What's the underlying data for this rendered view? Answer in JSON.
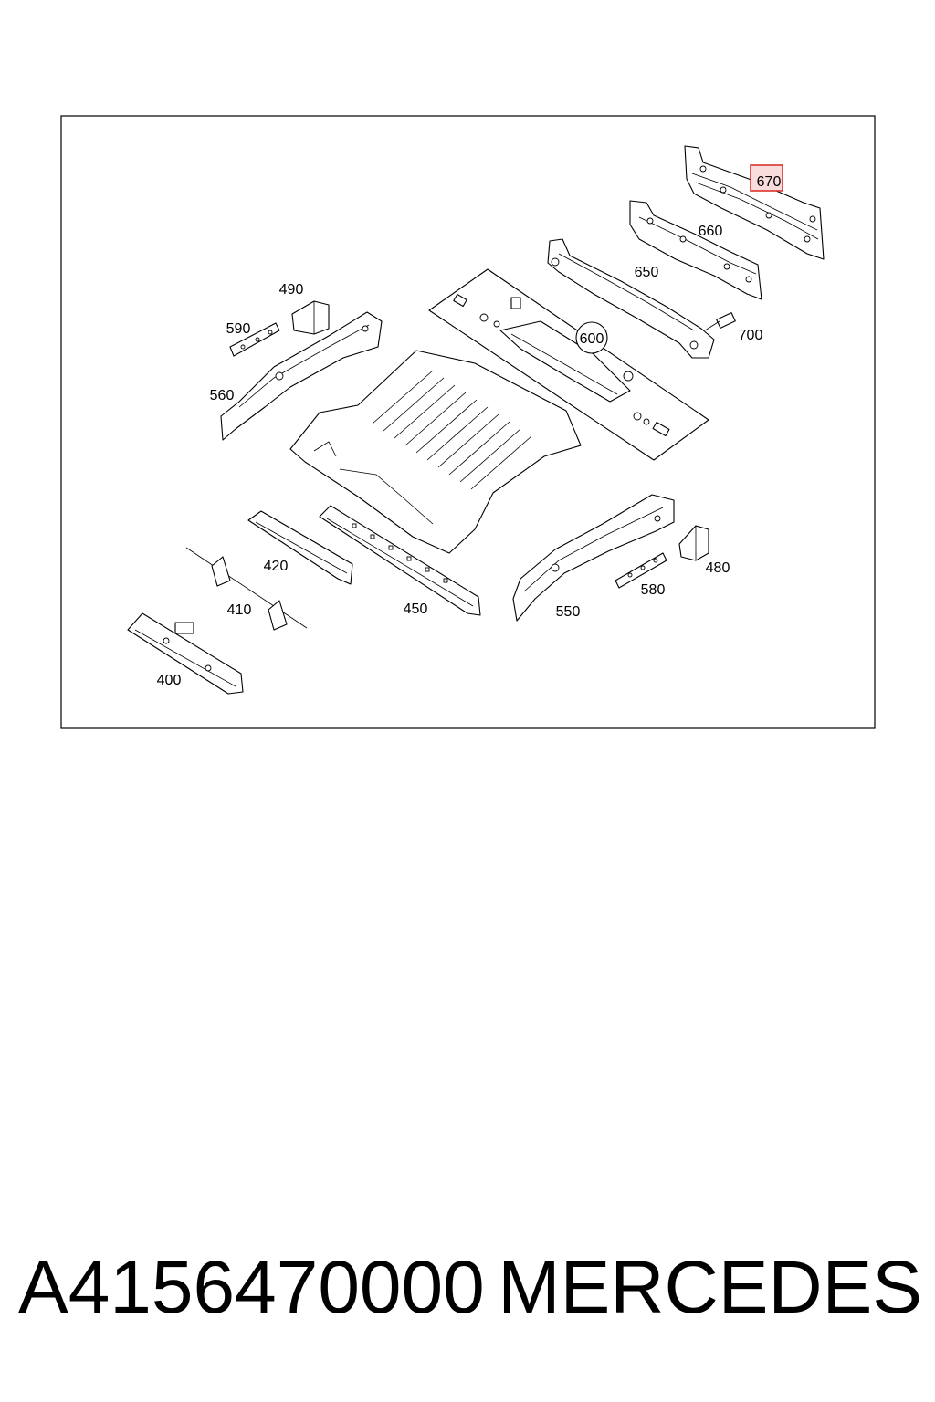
{
  "callouts": {
    "c400": "400",
    "c410": "410",
    "c420": "420",
    "c450": "450",
    "c480": "480",
    "c490": "490",
    "c550": "550",
    "c560": "560",
    "c580": "580",
    "c590": "590",
    "c600": "600",
    "c650": "650",
    "c660": "660",
    "c670": "670",
    "c700": "700"
  },
  "highlight": {
    "label": "670",
    "border_color": "#d9342b",
    "fill_color": "#f9dcdc"
  },
  "caption": {
    "part_number": "A4156470000",
    "brand": "MERCEDES"
  }
}
